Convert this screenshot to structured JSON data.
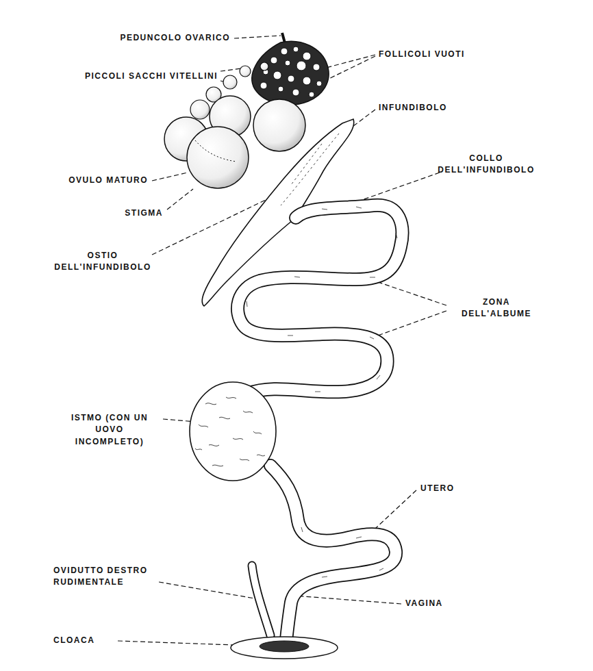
{
  "diagram": {
    "labels": [
      "PEDUNCOLO OVARICO",
      "FOLLICOLI VUOTI",
      "PICCOLI SACCHI VITELLINI",
      "INFUNDIBOLO",
      "COLLO DELL'INFUNDIBOLO",
      "OVULO MATURO",
      "STIGMA",
      "OSTIO DELL'INFUNDIBOLO",
      "ZONA DELL'ALBUME",
      "ISTMO (CON UN UOVO INCOMPLETO)",
      "UTERO",
      "OVIDUTTO DESTRO RUDIMENTALE",
      "VAGINA",
      "CLOACA"
    ]
  }
}
